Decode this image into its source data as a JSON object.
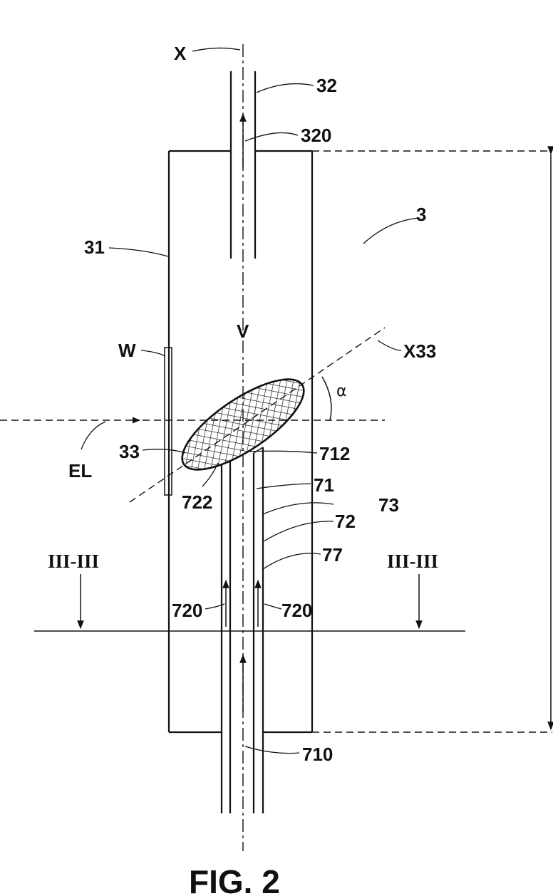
{
  "figure": {
    "caption": "FIG. 2",
    "labels": {
      "axis_x": "X",
      "outlet_tube": "32",
      "outlet_flow": "320",
      "assembly": "3",
      "housing": "31",
      "vertical": "V",
      "axis_x33": "X33",
      "window": "W",
      "angle": "α",
      "light": "EL",
      "target": "33",
      "inner_tube_end": "712",
      "outer_tube_end": "722",
      "inner_tube": "71",
      "wall_73": "73",
      "outer_tube": "72",
      "wall_77": "77",
      "section_left": "III-III",
      "section_right": "III-III",
      "annular_flow_left": "720",
      "annular_flow_right": "720",
      "inner_flow": "710"
    }
  }
}
